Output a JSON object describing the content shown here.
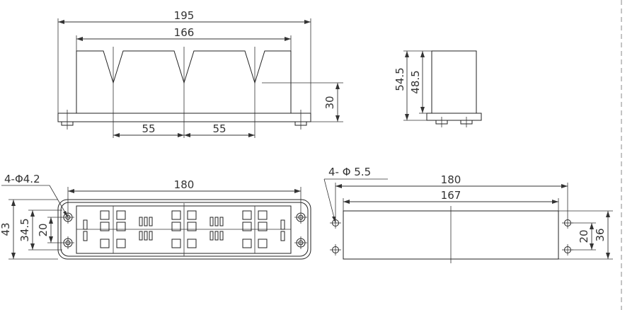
{
  "front_view": {
    "overall_width": "195",
    "inner_width": "166",
    "height": "30",
    "pitch_1": "55",
    "pitch_2": "55"
  },
  "side_view": {
    "overall_height": "54.5",
    "body_height": "48.5"
  },
  "top_view": {
    "hole_note": "4-Φ4.2",
    "width": "180",
    "overall_height": "43",
    "hole_spacing_v": "34.5",
    "inner_height": "20"
  },
  "bottom_view": {
    "hole_note": "4- Φ 5.5",
    "width": "180",
    "inner_width": "167",
    "inner_height": "20",
    "overall_height": "36"
  }
}
